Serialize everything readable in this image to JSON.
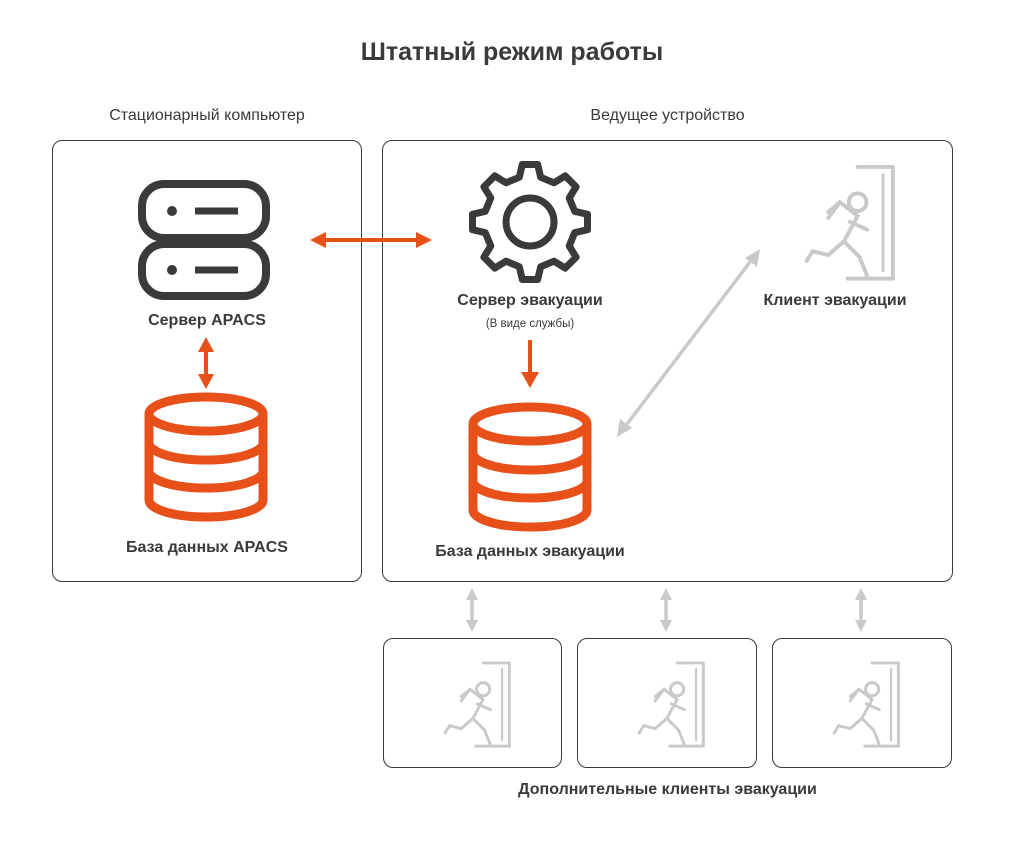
{
  "title": "Штатный режим работы",
  "sections": {
    "stationary": {
      "label": "Стационарный компьютер"
    },
    "leading": {
      "label": "Ведущее устройство"
    },
    "additional": {
      "label": "Дополнительные клиенты эвакуации"
    }
  },
  "nodes": {
    "apacs_server": {
      "label": "Сервер APACS",
      "icon": "server-icon"
    },
    "apacs_db": {
      "label": "База данных APACS",
      "icon": "database-icon"
    },
    "evac_server": {
      "label": "Сервер эвакуации",
      "sublabel": "(В виде службы)",
      "icon": "gear-icon"
    },
    "evac_client": {
      "label": "Клиент эвакуации",
      "icon": "emergency-exit-icon"
    },
    "evac_db": {
      "label": "База данных эвакуации",
      "icon": "database-icon"
    }
  },
  "colors": {
    "accent": "#E8501A",
    "dark": "#3A3A3A",
    "muted": "#C9C9C9"
  }
}
